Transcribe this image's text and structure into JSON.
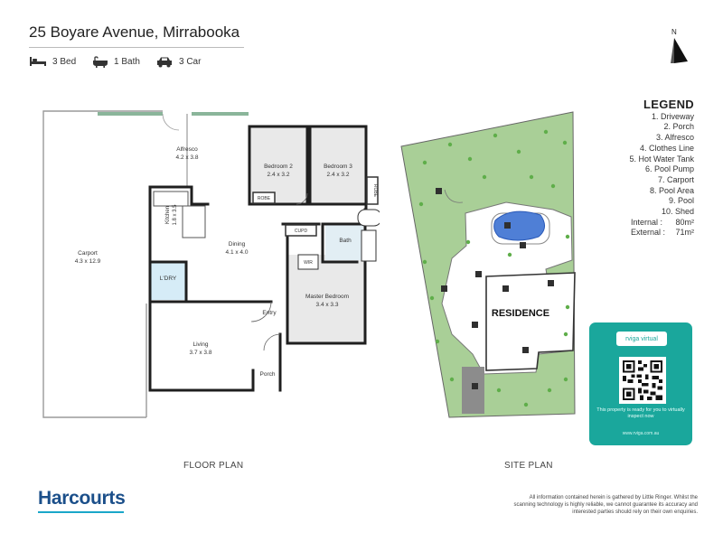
{
  "header": {
    "address": "25 Boyare Avenue, Mirrabooka",
    "features": [
      {
        "icon": "bed-icon",
        "label": "3 Bed"
      },
      {
        "icon": "bath-icon",
        "label": "1 Bath"
      },
      {
        "icon": "car-icon",
        "label": "3 Car"
      }
    ]
  },
  "legend": {
    "title": "LEGEND",
    "items": [
      "1. Driveway",
      "2. Porch",
      "3. Alfresco",
      "4. Clothes Line",
      "5. Hot Water Tank",
      "6. Pool Pump",
      "7. Carport",
      "8. Pool Area",
      "9. Pool",
      "10. Shed"
    ],
    "internal_label": "Internal :",
    "internal_value": "80m²",
    "external_label": "External :",
    "external_value": "71m²"
  },
  "floor_plan": {
    "caption": "FLOOR PLAN",
    "rooms": [
      {
        "name": "Carport",
        "size": "4.3 x 12.9"
      },
      {
        "name": "Alfresco",
        "size": "4.2 x 3.8"
      },
      {
        "name": "Bedroom 2",
        "size": "2.4 x 3.2"
      },
      {
        "name": "Bedroom 3",
        "size": "2.4 x 3.2"
      },
      {
        "name": "Kitchen",
        "size": "1.8 x 3.5"
      },
      {
        "name": "Dining",
        "size": "4.1 x 4.0"
      },
      {
        "name": "L'DRY",
        "size": ""
      },
      {
        "name": "Master Bedroom",
        "size": "3.4 x 3.3"
      },
      {
        "name": "Living",
        "size": "3.7 x 3.8"
      },
      {
        "name": "Entry",
        "size": ""
      },
      {
        "name": "Porch",
        "size": ""
      },
      {
        "name": "Bath",
        "size": ""
      }
    ],
    "small_labels": {
      "robe_a": "ROBE",
      "robe_b": "ROBE",
      "cupd": "CUPD",
      "wir": "WIR"
    }
  },
  "site_plan": {
    "caption": "SITE PLAN",
    "residence_label": "RESIDENCE",
    "lawn_color": "#a9cf97",
    "pool_color": "#4f7fd6"
  },
  "virtual_tour": {
    "logo_text": "rviga virtual",
    "caption": "This property is ready for you to virtually inspect now",
    "url": "www.rviga.com.au"
  },
  "footer": {
    "brand": "Harcourts",
    "disclaimer": "All information contained herein is gathered by Little Ringer. Whilst the scanning technology is highly reliable, we cannot guarantee its accuracy and interested parties should rely on their own enquiries."
  },
  "colors": {
    "accent": "#1aa79c",
    "brand": "#1b4f8a",
    "wall": "#1f1f1f",
    "room_fill": "#e9e9e9",
    "laundry_fill": "#d6ecf7"
  }
}
